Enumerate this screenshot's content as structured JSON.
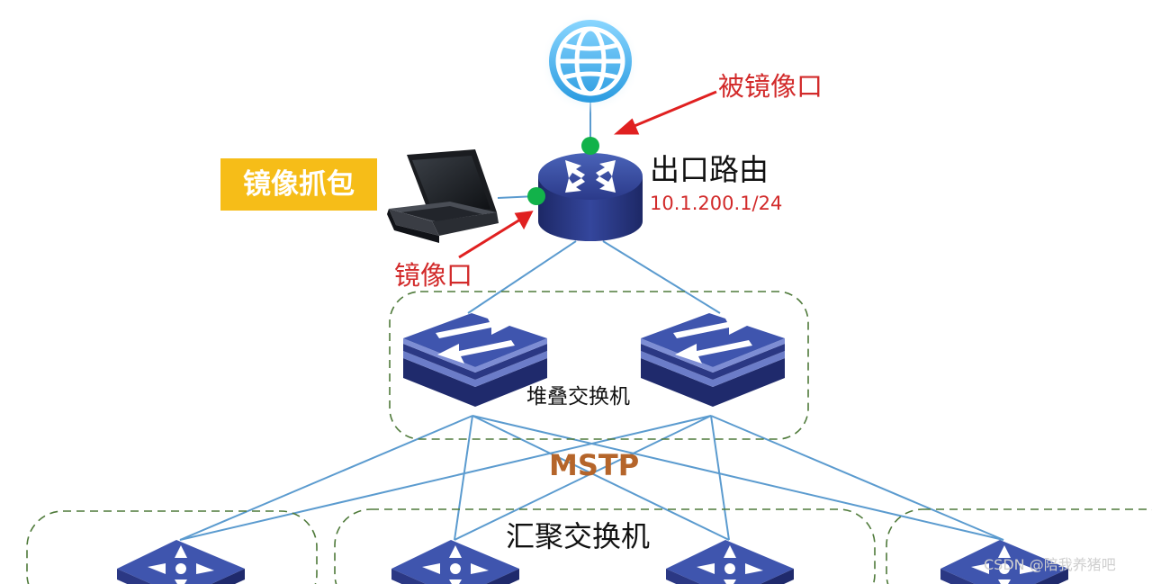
{
  "router": {
    "title": "出口路由",
    "ip": "10.1.200.1/24"
  },
  "annotations": {
    "mirrored_port": "被镜像口",
    "mirror_port": "镜像口"
  },
  "capture_tag": "镜像抓包",
  "stack_switch_label": "堆叠交换机",
  "protocol_label": "MSTP",
  "aggregation_label": "汇聚交换机",
  "watermark": "CSDN @陪我养猪吧",
  "colors": {
    "annotation_red": "#d22a2a",
    "capture_tag_bg": "#f6bd18",
    "protocol_text": "#b5652a",
    "link_blue": "#5b9bcf",
    "device_navy": "#2e3c8c",
    "port_green": "#12b24a",
    "group_border_green": "#4f7a3a"
  },
  "icons": [
    "globe-icon",
    "router-icon",
    "laptop-icon",
    "stack-switch-icon",
    "aggregation-switch-icon"
  ]
}
